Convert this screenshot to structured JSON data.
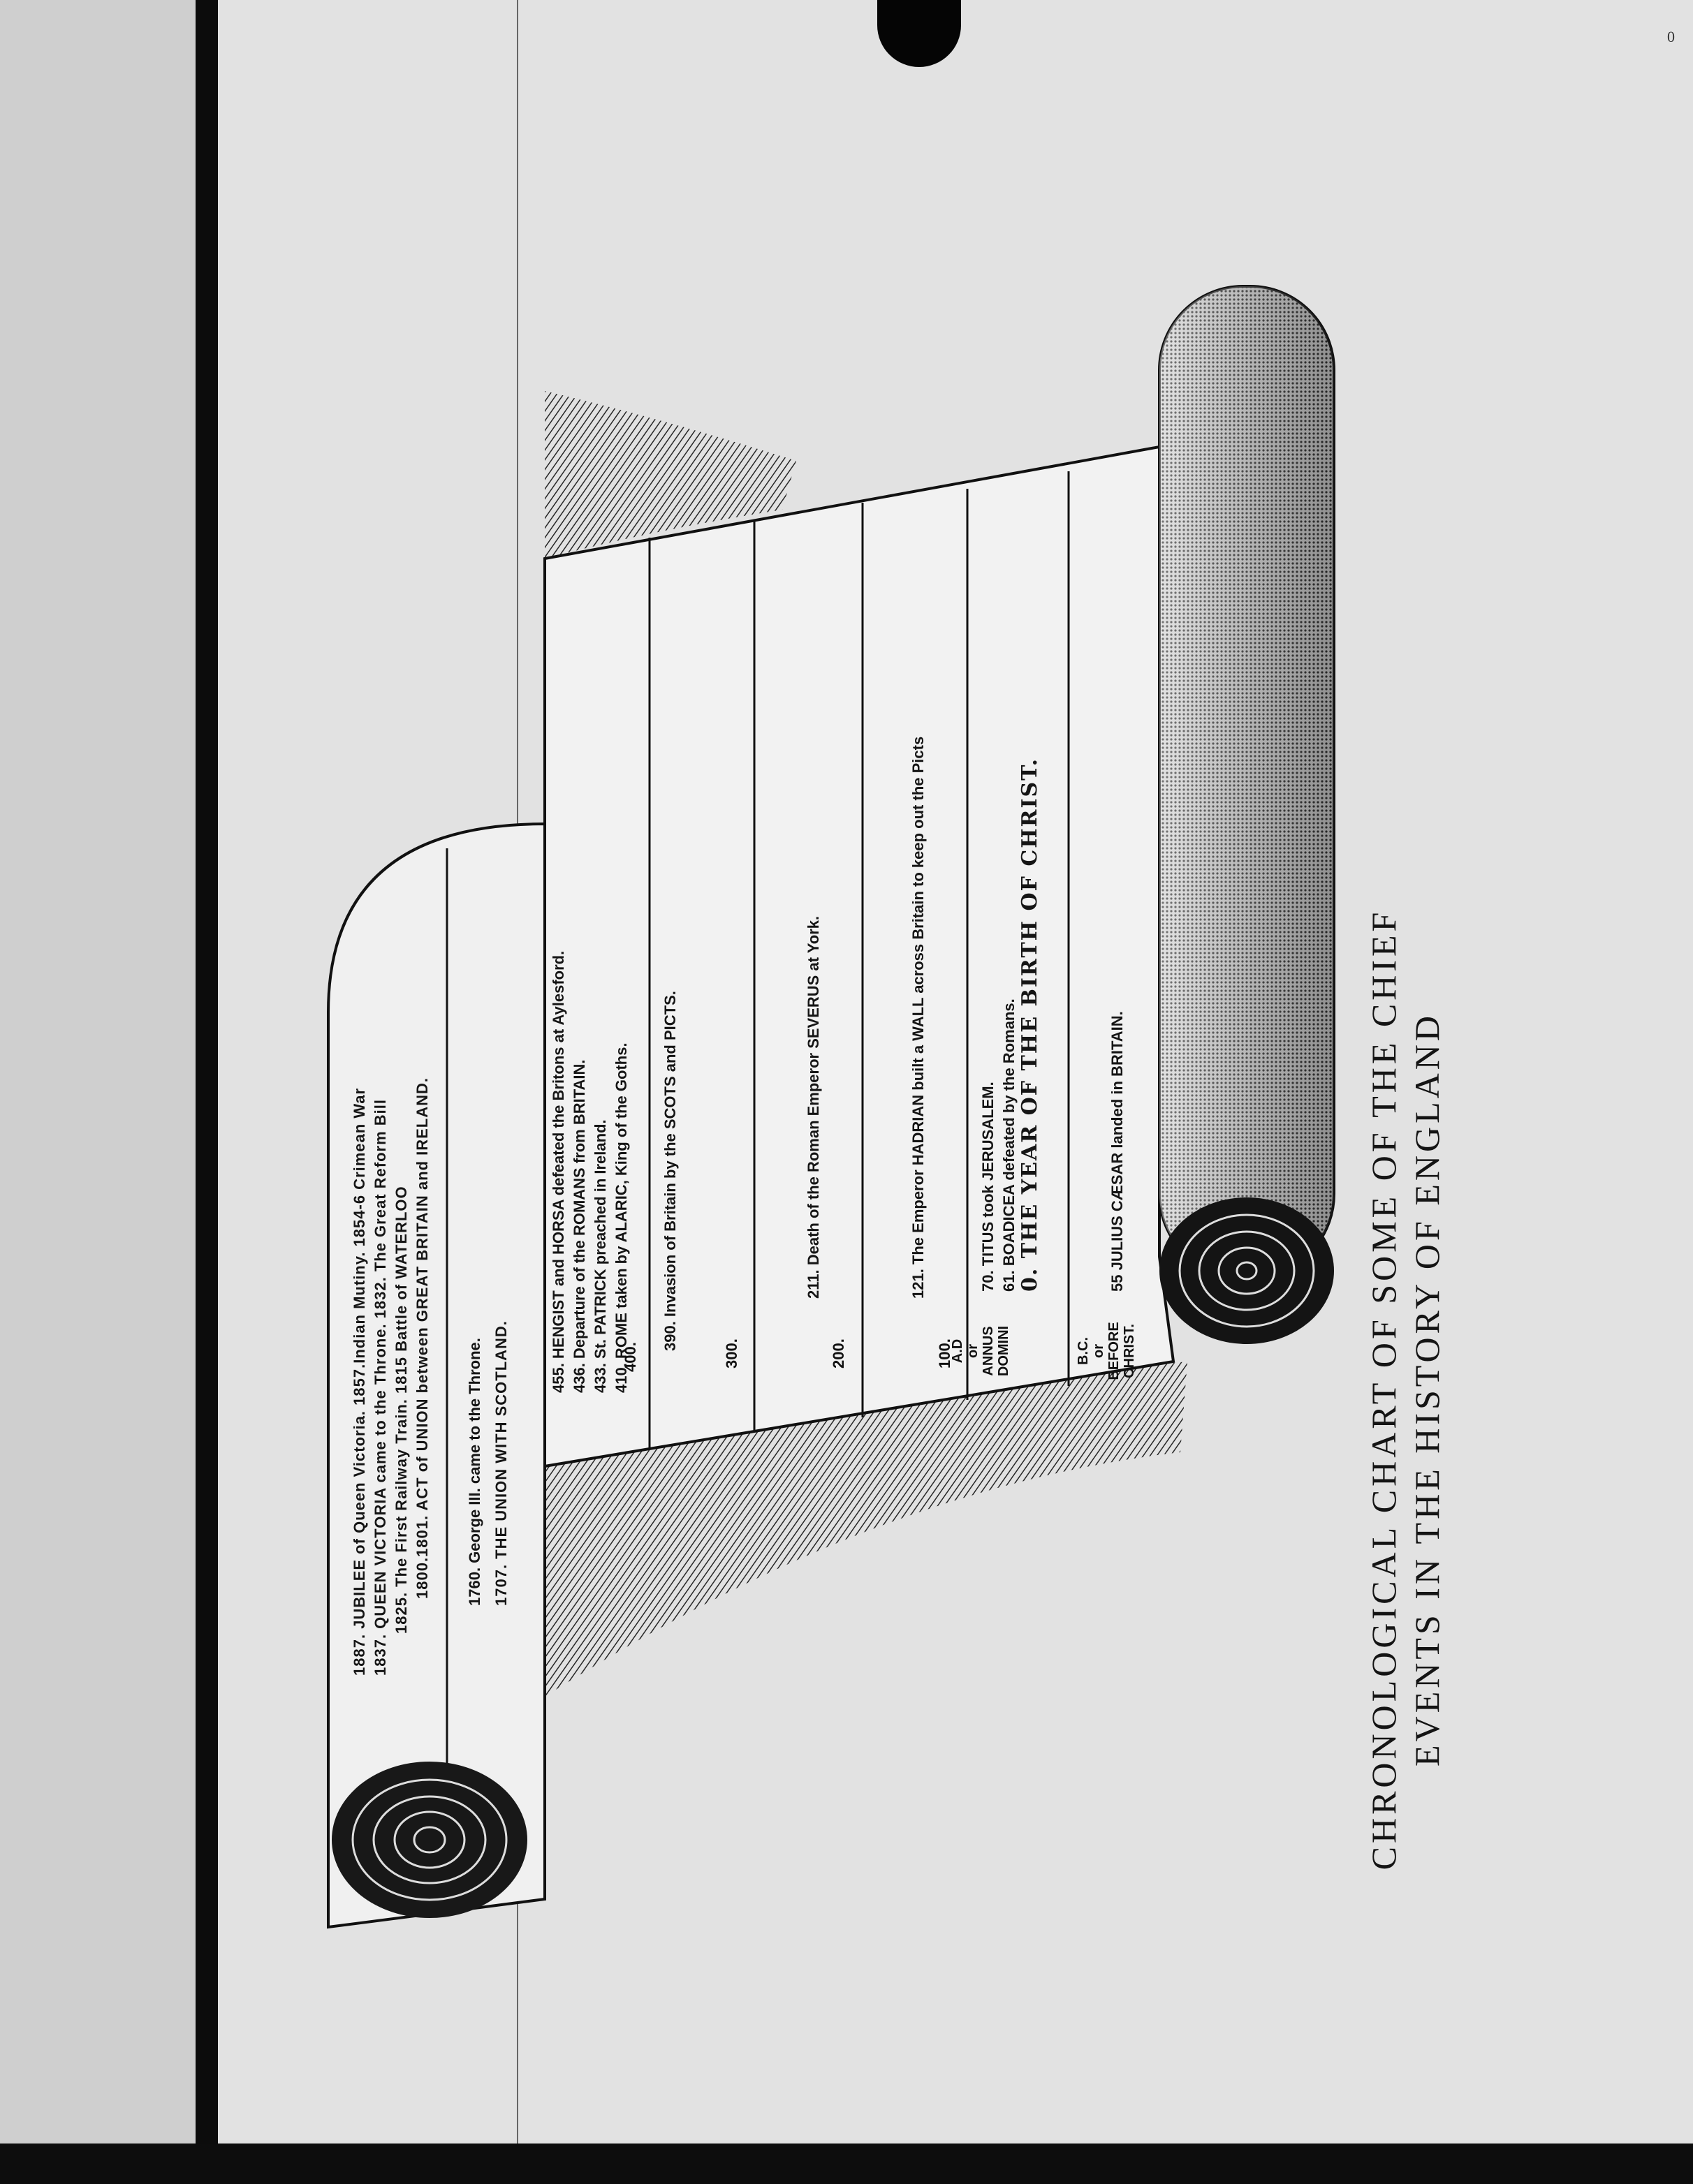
{
  "title": {
    "line1": "CHRONOLOGICAL CHART OF SOME OF THE CHIEF",
    "line2": "EVENTS IN THE HISTORY OF ENGLAND"
  },
  "upper_panel": [
    "1887. JUBILEE of Queen Victoria. 1857.Indian Mutiny. 1854-6 Crimean War",
    "1837. QUEEN VICTORIA came to the Throne. 1832. The Great Reform Bill",
    "1825. The First Railway Train. 1815 Battle of WATERLOO",
    "1800.1801. ACT of UNION between GREAT BRITAIN and IRELAND.",
    "1760. George III. came to the Throne.",
    "1707. THE UNION WITH SCOTLAND."
  ],
  "lower_panel": {
    "century_400": "400.",
    "century_300": "300.",
    "century_200": "200.",
    "century_100": "100.",
    "entries": [
      "455. HENGIST and HORSA defeated the Britons at Aylesford.",
      "436. Departure of the ROMANS from BRITAIN.",
      "433. St. PATRICK preached in Ireland.",
      "410. ROME taken by ALARIC, King of the Goths.",
      "390. Invasion of Britain by the SCOTS and PICTS.",
      "211. Death of the Roman Emperor SEVERUS at York.",
      "121. The Emperor HADRIAN built a WALL across Britain to keep out the Picts",
      "70. TITUS took JERUSALEM.",
      "61. BOADICEA defeated by the Romans.",
      "0. THE YEAR OF THE BIRTH OF CHRIST.",
      "55 JULIUS CÆSAR landed in BRITAIN."
    ],
    "era_ad": [
      "A.D",
      "or",
      "ANNUS",
      "DOMINI"
    ],
    "era_bc": [
      "B.C.",
      "or",
      "BEFORE",
      "CHRIST."
    ]
  },
  "page_mark": "0"
}
